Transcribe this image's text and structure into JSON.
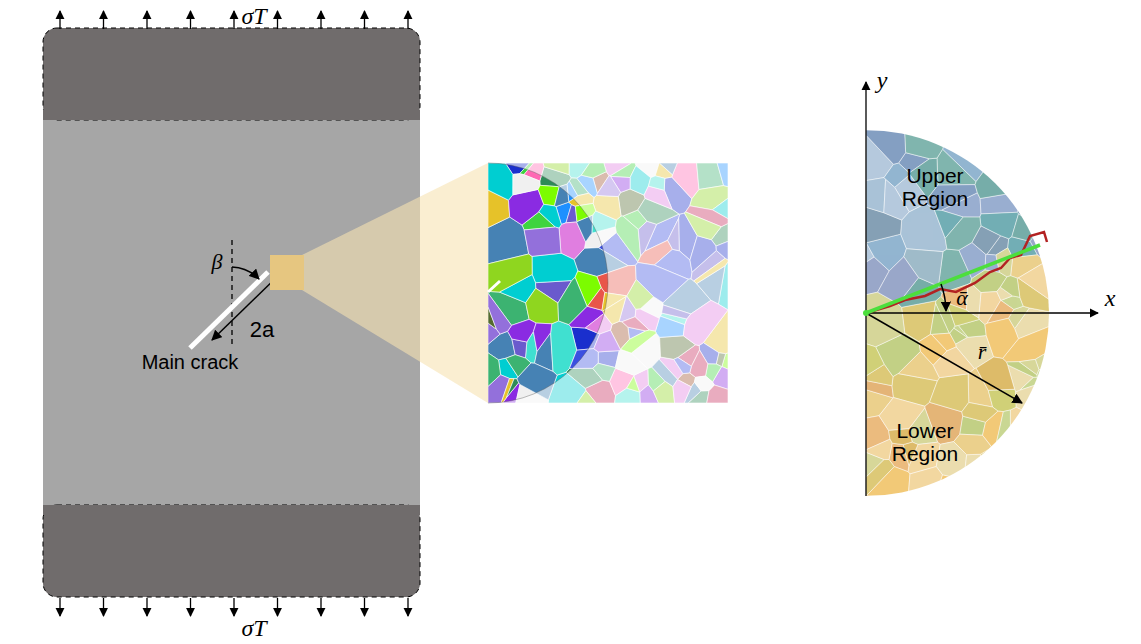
{
  "diagram": {
    "labels": [
      "σT",
      "σT",
      "β",
      "2a",
      "Main crack",
      "y",
      "Upper Region",
      "ᾱ",
      "x",
      "r̄",
      "Lower Region"
    ]
  }
}
